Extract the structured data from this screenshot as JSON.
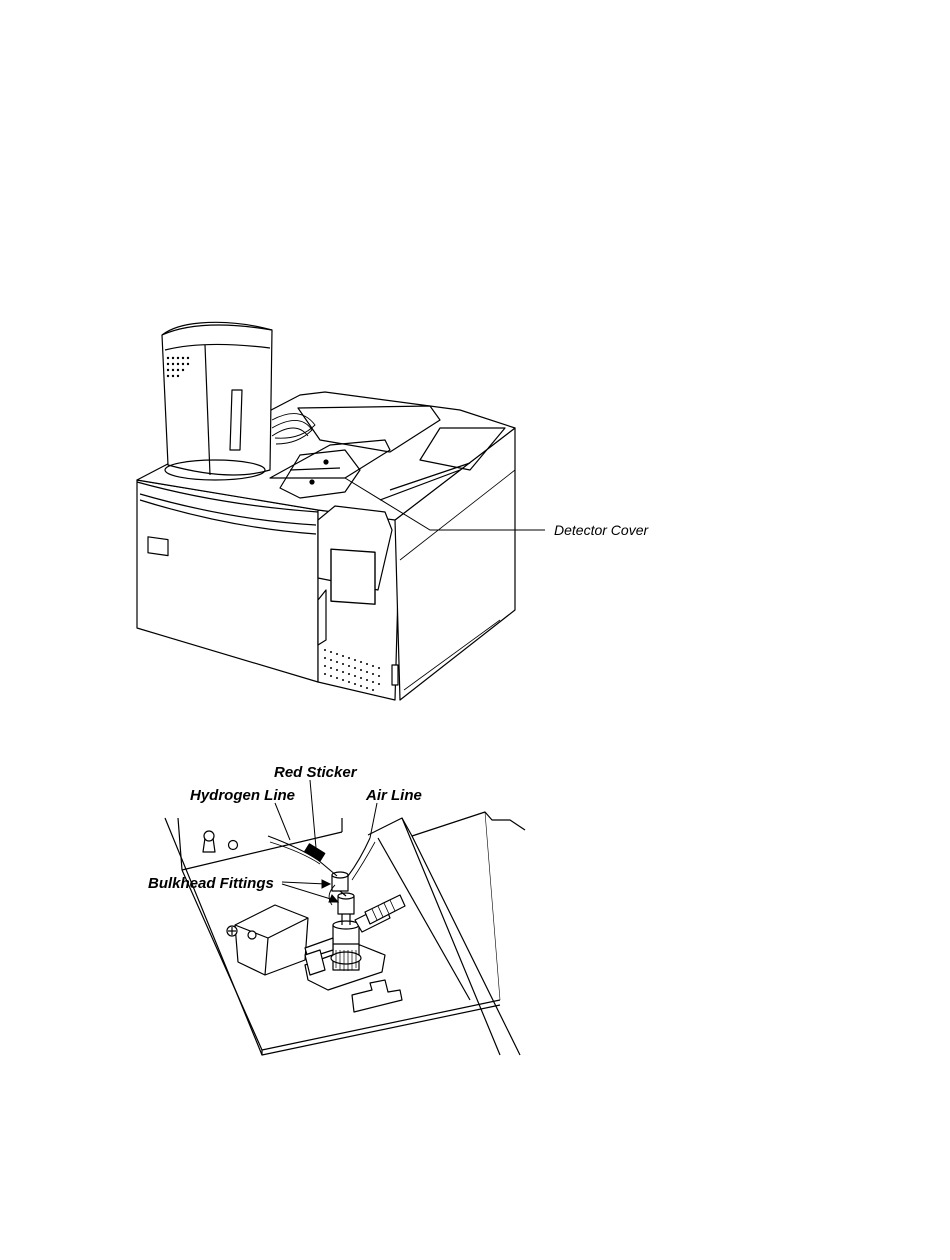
{
  "figure_top": {
    "callouts": {
      "detector_cover": "Detector Cover"
    }
  },
  "figure_bottom": {
    "callouts": {
      "red_sticker": "Red Sticker",
      "hydrogen_line": "Hydrogen Line",
      "air_line": "Air Line",
      "bulkhead_fittings": "Bulkhead Fittings"
    }
  },
  "colors": {
    "line": "#000000",
    "fill": "#ffffff",
    "shade": "#dddddd"
  }
}
